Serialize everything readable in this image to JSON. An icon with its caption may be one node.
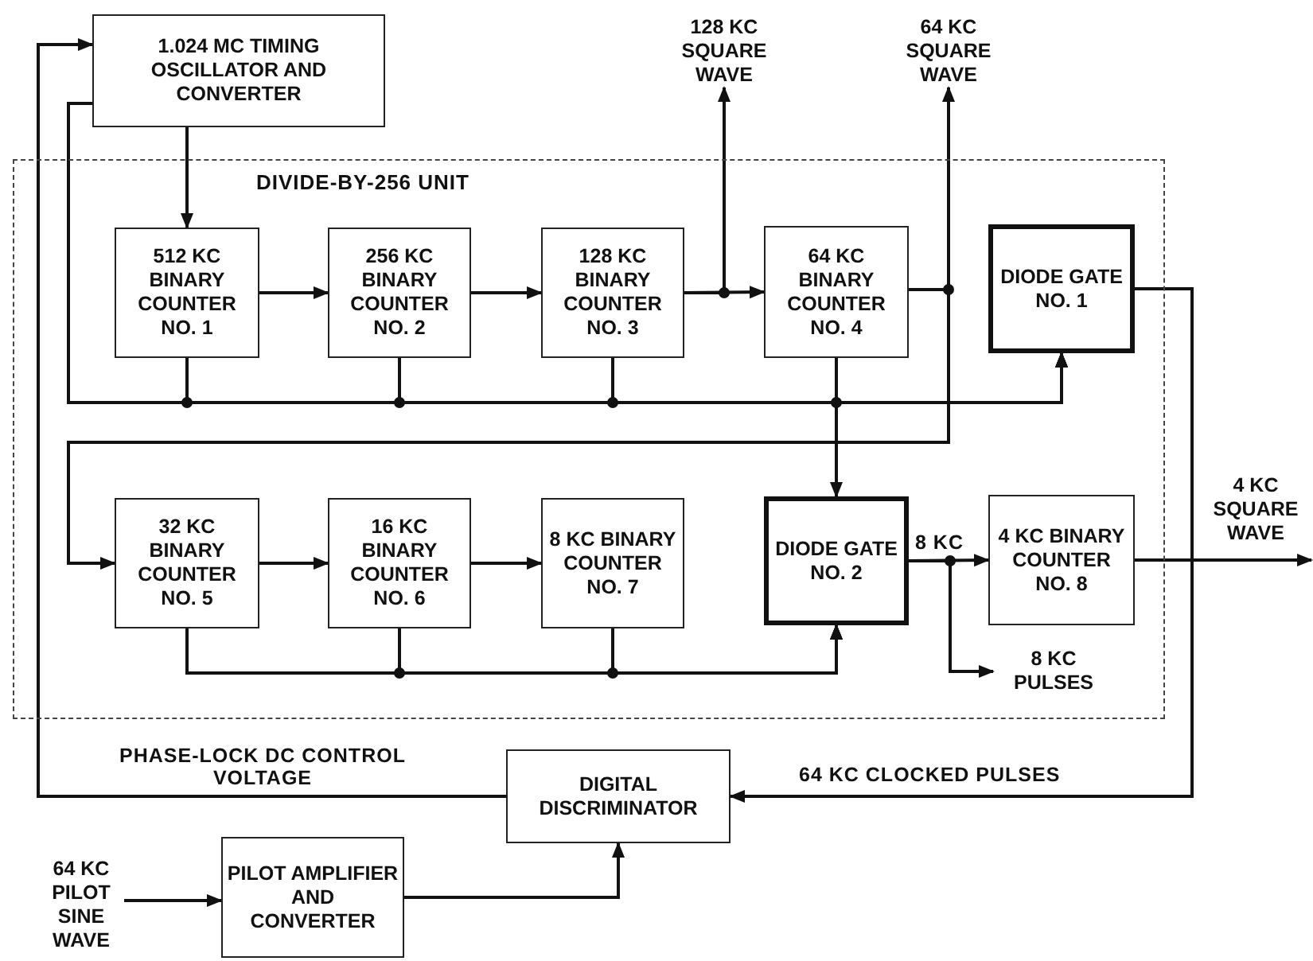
{
  "diagram": {
    "nodes": [
      {
        "text": [
          "1.024 MC TIMING OSCILLATOR AND CONVERTER"
        ]
      },
      {
        "text": [
          "DIVIDE-BY-256 UNIT"
        ]
      },
      {
        "text": [
          "512 KC BINARY COUNTER NO. 1"
        ],
        "in": 1
      },
      {
        "text": [
          "256 KC BINARY COUNTER NO. 2"
        ],
        "in": 1
      },
      {
        "text": [
          "128 KC BINARY COUNTER NO. 3"
        ],
        "in": 1
      },
      {
        "text": [
          "64 KC BINARY COUNTER NO. 4"
        ],
        "in": 1
      },
      {
        "text": [
          "DIODE GATE NO. 1"
        ],
        "in": 1
      },
      {
        "text": [
          "32 KC BINARY COUNTER NO. 5"
        ],
        "in": 1
      },
      {
        "text": [
          "16 KC BINARY COUNTER NO. 6"
        ],
        "in": 1
      },
      {
        "text": [
          "8 KC BINARY COUNTER NO. 7"
        ],
        "in": 1
      },
      {
        "text": [
          "DIODE GATE NO. 2"
        ],
        "in": 1
      },
      {
        "text": [
          "4 KC BINARY COUNTER NO. 8"
        ],
        "in": 1
      },
      {
        "text": [
          "128 KC SQUARE WAVE"
        ]
      },
      {
        "text": [
          "64 KC SQUARE WAVE"
        ]
      },
      {
        "text": [
          "4 KC SQUARE WAVE"
        ]
      },
      {
        "text": [
          "8 KC PULSES"
        ],
        "in": 1
      },
      {
        "text": [
          "DIGITAL DISCRIMINATOR"
        ]
      },
      {
        "text": [
          "PILOT AMPLIFIER AND CONVERTER"
        ]
      },
      {
        "text": [
          "64 KC PILOT SINE WAVE"
        ]
      }
    ],
    "edges": [
      {
        "from": 0,
        "to": 2,
        "arrow": "to"
      },
      {
        "from": 2,
        "to": 3,
        "arrow": "to"
      },
      {
        "from": 3,
        "to": 4,
        "arrow": "to"
      },
      {
        "from": 4,
        "to": 5,
        "arrow": "to"
      },
      {
        "from": 4,
        "to": 12,
        "arrow": "to"
      },
      {
        "from": 5,
        "to": 13,
        "arrow": "to"
      },
      {
        "from": 5,
        "to": 7,
        "arrow": "to"
      },
      {
        "from": 0,
        "to": 6,
        "arrow": "to"
      },
      {
        "from": 2,
        "to": 6,
        "arrow": "to"
      },
      {
        "from": 3,
        "to": 6,
        "arrow": "to"
      },
      {
        "from": 4,
        "to": 6,
        "arrow": "to"
      },
      {
        "from": 5,
        "to": 6,
        "arrow": "to"
      },
      {
        "from": 5,
        "to": 10,
        "arrow": "to"
      },
      {
        "from": 7,
        "to": 8,
        "arrow": "to"
      },
      {
        "from": 8,
        "to": 9,
        "arrow": "to"
      },
      {
        "from": 7,
        "to": 10,
        "arrow": "to"
      },
      {
        "from": 8,
        "to": 10,
        "arrow": "to"
      },
      {
        "from": 9,
        "to": 10,
        "arrow": "to"
      },
      {
        "from": 10,
        "to": 11,
        "arrow": "to",
        "label": "8 KC"
      },
      {
        "from": 10,
        "to": 15,
        "arrow": "to"
      },
      {
        "from": 11,
        "to": 14,
        "arrow": "to"
      },
      {
        "from": 6,
        "to": 16,
        "arrow": "to",
        "label": "64 KC CLOCKED PULSES"
      },
      {
        "from": 16,
        "to": 0,
        "arrow": "to",
        "label": "PHASE-LOCK DC CONTROL VOLTAGE"
      },
      {
        "from": 18,
        "to": 17,
        "arrow": "to"
      },
      {
        "from": 17,
        "to": 16,
        "arrow": "to"
      }
    ]
  }
}
